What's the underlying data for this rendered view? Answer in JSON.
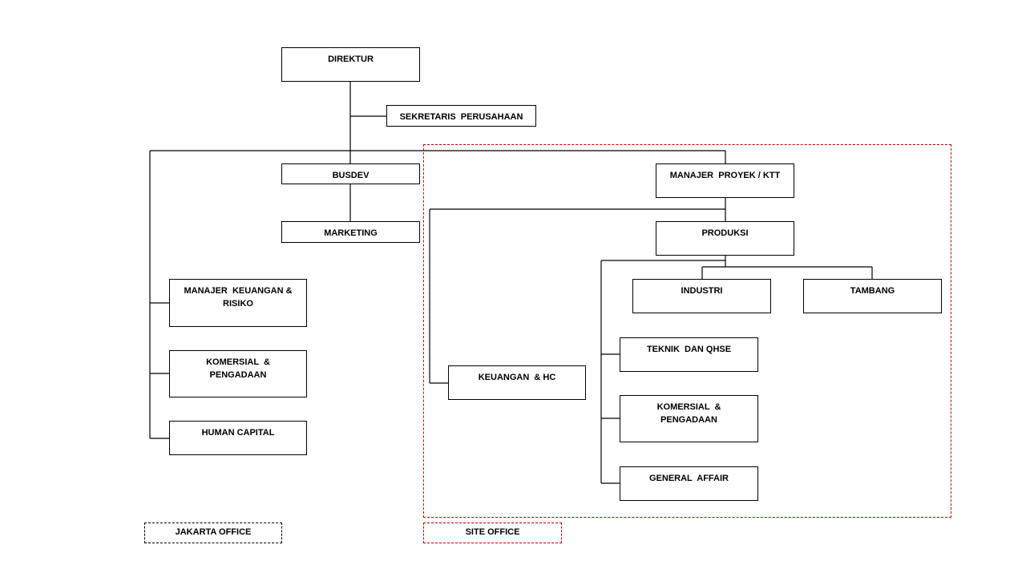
{
  "diagram": {
    "direktur": "DIREKTUR",
    "sekretaris": "SEKRETARIS  PERUSAHAAN",
    "busdev": "BUSDEV",
    "marketing": "MARKETING",
    "manajer_keuangan_risiko": "MANAJER  KEUANGAN &\nRISIKO",
    "komersial_pengadaan_jakarta": "KOMERSIAL  &\nPENGADAAN",
    "human_capital": "HUMAN CAPITAL",
    "manajer_proyek": "MANAJER  PROYEK / KTT",
    "produksi": "PRODUKSI",
    "industri": "INDUSTRI",
    "tambang": "TAMBANG",
    "teknik_qhse": "TEKNIK  DAN QHSE",
    "keuangan_hc": "KEUANGAN  & HC",
    "komersial_pengadaan_site": "KOMERSIAL  &\nPENGADAAN",
    "general_affair": "GENERAL  AFFAIR"
  },
  "legend": {
    "jakarta_office": "JAKARTA  OFFICE",
    "site_office": "SITE  OFFICE"
  },
  "colors": {
    "line": "#000000",
    "site_border": "#c00000"
  }
}
